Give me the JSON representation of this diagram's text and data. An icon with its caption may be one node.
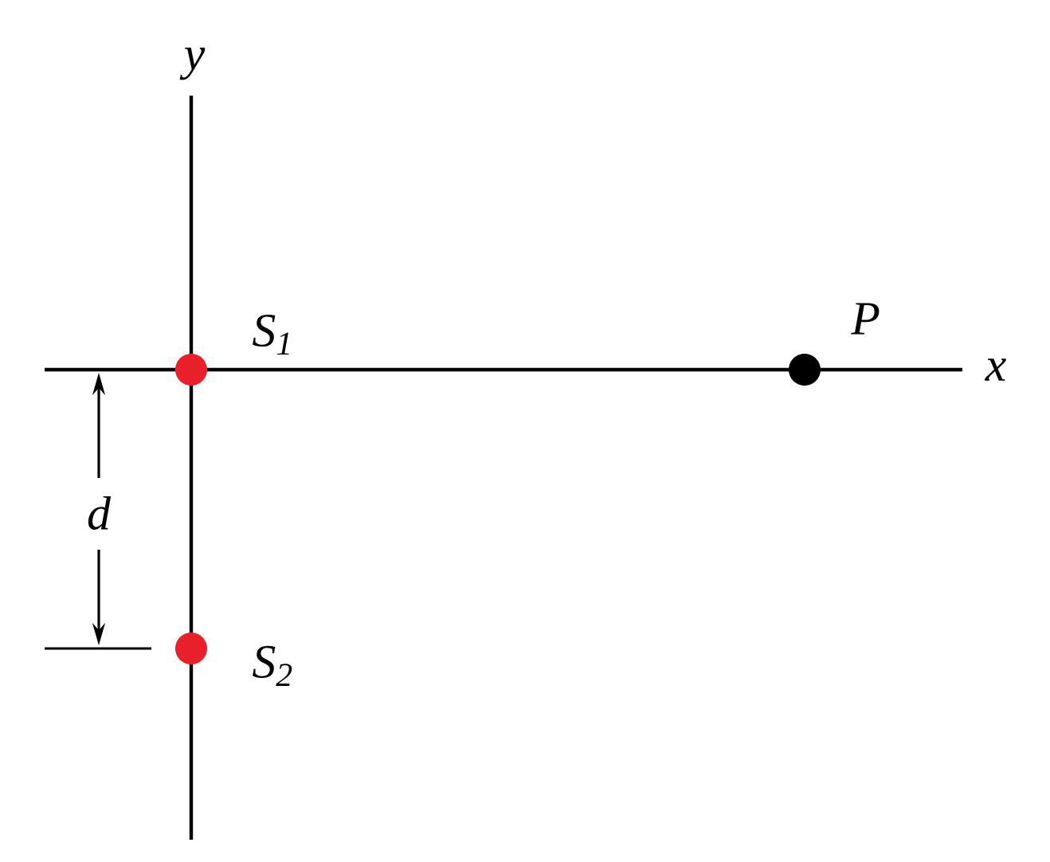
{
  "diagram": {
    "nodes": [
      {
        "text": [],
        "shape": "circle",
        "beside": [
          "S$_{1}$"
        ]
      },
      {
        "text": [],
        "shape": "circle",
        "beside": [
          "S$_{2}$"
        ]
      },
      {
        "text": [],
        "shape": "circle",
        "beside": [
          "P"
        ]
      }
    ],
    "labels": [
      "y",
      "x",
      "d"
    ]
  }
}
